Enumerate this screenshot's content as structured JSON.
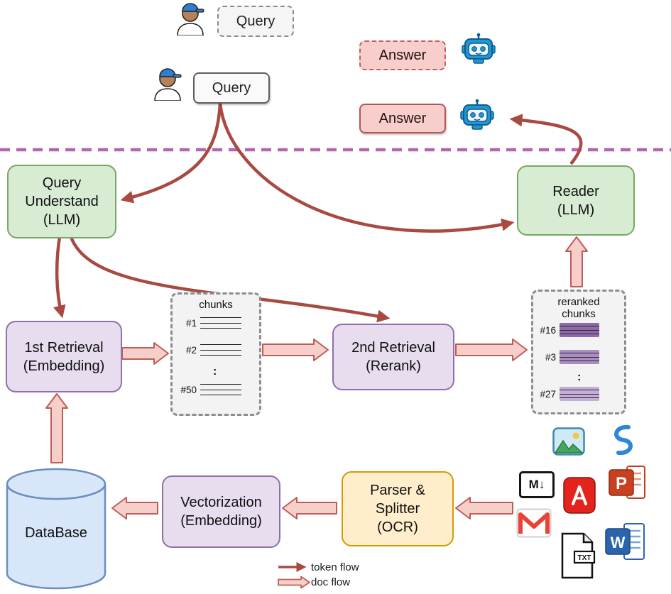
{
  "palette": {
    "green_fill": "#d8ecd4",
    "green_border": "#79a765",
    "purple_fill": "#e7ddef",
    "purple_border": "#8f6fa9",
    "orange_fill": "#ffedcb",
    "orange_border": "#d79b00",
    "blue_fill": "#d7e7f9",
    "blue_border": "#6c8ebf",
    "pink_fill": "#f8cecc",
    "pink_border": "#b85450",
    "token_arrow": "#a84a42",
    "doc_arrow_fill": "#f6cfcb",
    "separator": "#b663b6"
  },
  "top": {
    "query_draft_label": "Query",
    "query_label": "Query",
    "answer_draft_label": "Answer",
    "answer_label": "Answer"
  },
  "nodes": {
    "query_understand": {
      "label": "Query\nUnderstand\n(LLM)"
    },
    "reader": {
      "label": "Reader\n(LLM)"
    },
    "first_retrieval": {
      "label": "1st Retrieval\n(Embedding)"
    },
    "second_retrieval": {
      "label": "2nd Retrieval\n(Rerank)"
    },
    "vectorization": {
      "label": "Vectorization\n(Embedding)"
    },
    "parser_splitter": {
      "label": "Parser &\nSplitter\n(OCR)"
    },
    "database": {
      "label": "DataBase"
    }
  },
  "chunks_box": {
    "title": "chunks",
    "items": [
      "#1",
      "#2",
      ":",
      "#50"
    ]
  },
  "reranked_box": {
    "title": "reranked\nchunks",
    "items": [
      "#16",
      "#3",
      ":",
      "#27"
    ]
  },
  "legend": {
    "token_flow": "token flow",
    "doc_flow": "doc flow"
  },
  "icons": {
    "markdown_label": "M↓",
    "txt_label": "TXT",
    "powerpoint_letter": "P",
    "word_letter": "W"
  }
}
